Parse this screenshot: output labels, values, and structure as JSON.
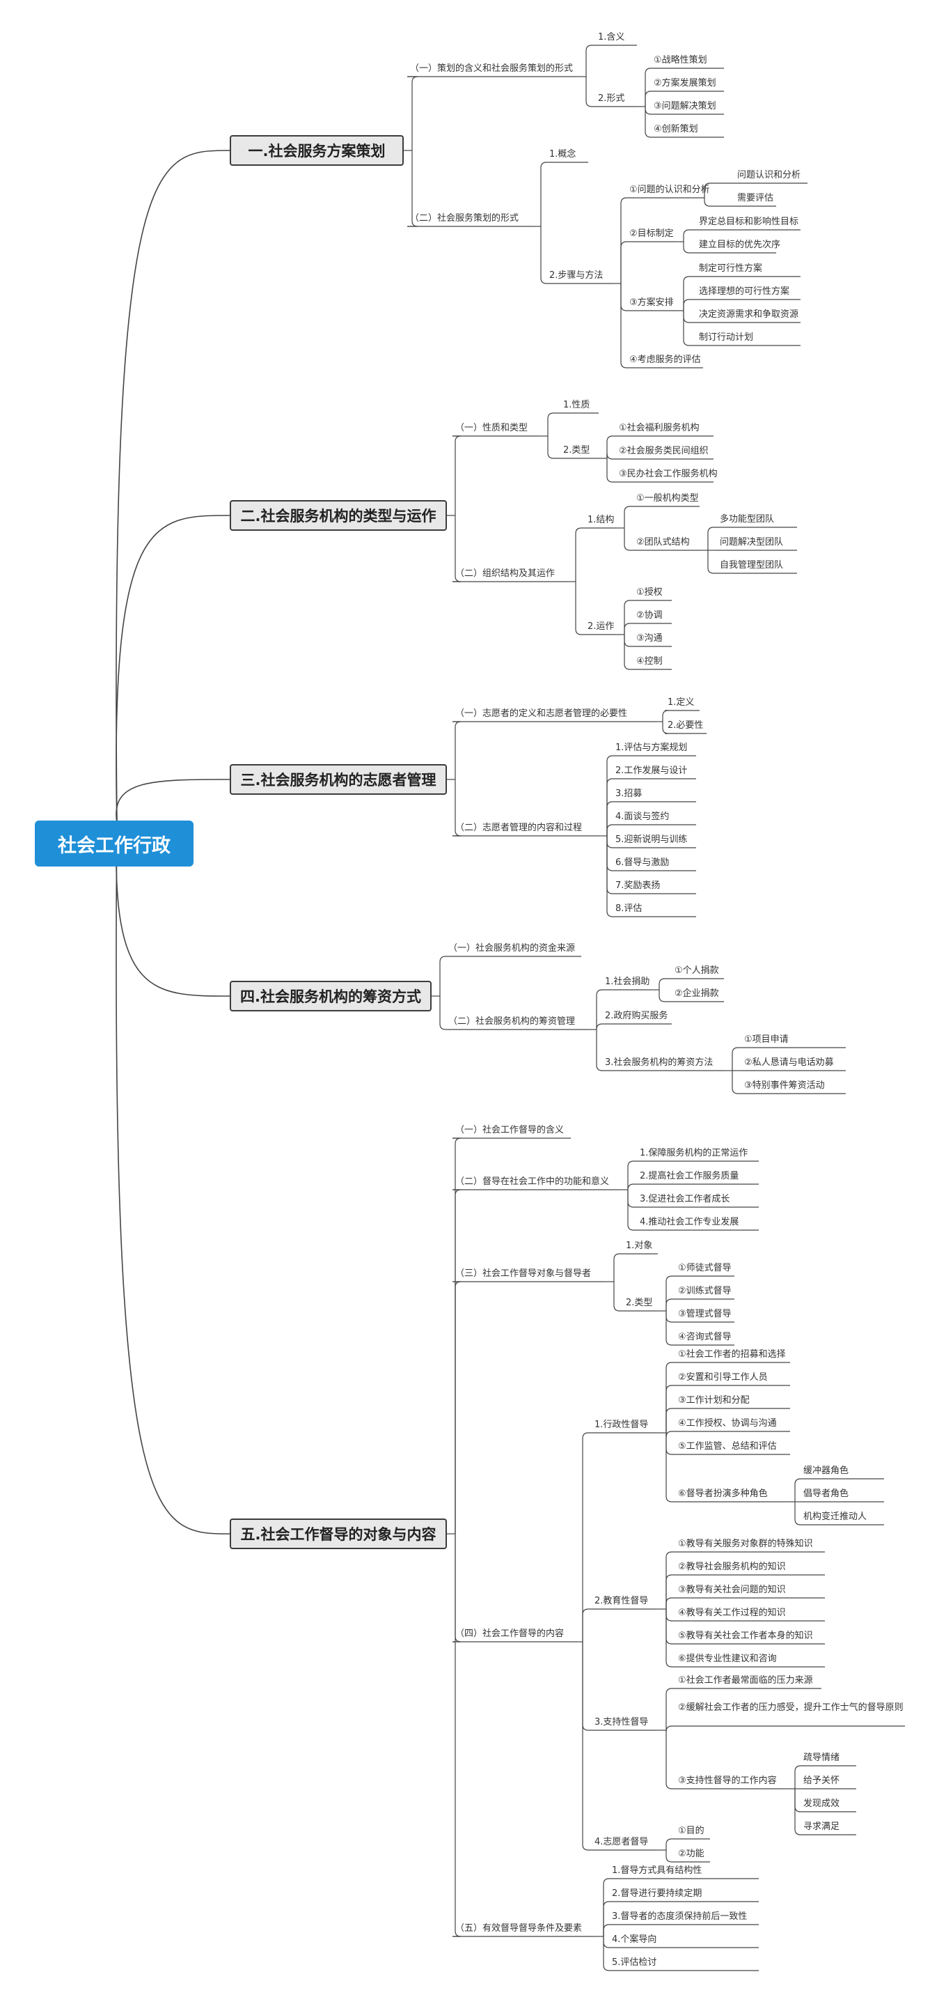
{
  "root": "社会工作行政",
  "branches": [
    {
      "id": "b1",
      "label": "一.社会服务方案策划"
    },
    {
      "id": "b2",
      "label": "二.社会服务机构的类型与运作"
    },
    {
      "id": "b3",
      "label": "三.社会服务机构的志愿者管理"
    },
    {
      "id": "b4",
      "label": "四.社会服务机构的筹资方式"
    },
    {
      "id": "b5",
      "label": "五.社会工作督导的对象与内容"
    }
  ],
  "nodes": {
    "b1": {
      "s1": "（一）策划的含义和社会服务策划的形式",
      "s1_1": "1.含义",
      "s1_2": "2.形式",
      "s1_2_items": [
        "①战略性策划",
        "②方案发展策划",
        "③问题解决策划",
        "④创新策划"
      ],
      "s2": "（二）社会服务策划的形式",
      "s2_1": "1.概念",
      "s2_2": "2.步骤与方法",
      "a": "①问题的认识和分析",
      "a_items": [
        "问题认识和分析",
        "需要评估"
      ],
      "b": "②目标制定",
      "b_items": [
        "界定总目标和影响性目标",
        "建立目标的优先次序"
      ],
      "c": "③方案安排",
      "c_items": [
        "制定可行性方案",
        "选择理想的可行性方案",
        "决定资源需求和争取资源",
        "制订行动计划"
      ],
      "d": "④考虑服务的评估"
    },
    "b2": {
      "s1": "（一）性质和类型",
      "s1_1": "1.性质",
      "s1_2": "2.类型",
      "s1_2_items": [
        "①社会福利服务机构",
        "②社会服务类民间组织",
        "③民办社会工作服务机构"
      ],
      "s2": "（二）组织结构及其运作",
      "s2_1": "1.结构",
      "s2_1_a": "①一般机构类型",
      "s2_1_b": "②团队式结构",
      "s2_1_b_items": [
        "多功能型团队",
        "问题解决型团队",
        "自我管理型团队"
      ],
      "s2_2": "2.运作",
      "s2_2_items": [
        "①授权",
        "②协调",
        "③沟通",
        "④控制"
      ]
    },
    "b3": {
      "s1": "（一）志愿者的定义和志愿者管理的必要性",
      "s1_items": [
        "1.定义",
        "2.必要性"
      ],
      "s2": "（二）志愿者管理的内容和过程",
      "s2_items": [
        "1.评估与方案规划",
        "2.工作发展与设计",
        "3.招募",
        "4.面谈与签约",
        "5.迎新说明与训练",
        "6.督导与激励",
        "7.奖励表扬",
        "8.评估"
      ]
    },
    "b4": {
      "s1": "（一）社会服务机构的资金来源",
      "s2": "（二）社会服务机构的筹资管理",
      "s2_1": "1.社会捐助",
      "s2_1_items": [
        "①个人捐款",
        "②企业捐款"
      ],
      "s2_2": "2.政府购买服务",
      "s2_3": "3.社会服务机构的筹资方法",
      "s2_3_items": [
        "①项目申请",
        "②私人恳请与电话劝募",
        "③特别事件筹资活动"
      ]
    },
    "b5": {
      "s1": "（一）社会工作督导的含义",
      "s2": "（二）督导在社会工作中的功能和意义",
      "s2_items": [
        "1.保障服务机构的正常运作",
        "2.提高社会工作服务质量",
        "3.促进社会工作者成长",
        "4.推动社会工作专业发展"
      ],
      "s3": "（三）社会工作督导对象与督导者",
      "s3_1": "1.对象",
      "s3_2": "2.类型",
      "s3_2_items": [
        "①师徒式督导",
        "②训练式督导",
        "③管理式督导",
        "④咨询式督导"
      ],
      "s4": "（四）社会工作督导的内容",
      "s4_1": "1.行政性督导",
      "s4_1_items": [
        "①社会工作者的招募和选择",
        "②安置和引导工作人员",
        "③工作计划和分配",
        "④工作授权、协调与沟通",
        "⑤工作监管、总结和评估"
      ],
      "s4_1_f": "⑥督导者扮演多种角色",
      "s4_1_f_items": [
        "缓冲器角色",
        "倡导者角色",
        "机构变迁推动人"
      ],
      "s4_2": "2.教育性督导",
      "s4_2_items": [
        "①教导有关服务对象群的特殊知识",
        "②教导社会服务机构的知识",
        "③教导有关社会问题的知识",
        "④教导有关工作过程的知识",
        "⑤教导有关社会工作者本身的知识",
        "⑥提供专业性建议和咨询"
      ],
      "s4_3": "3.支持性督导",
      "s4_3_a": "①社会工作者最常面临的压力来源",
      "s4_3_b": "②缓解社会工作者的压力感受，提升工作士气的督导原则",
      "s4_3_c": "③支持性督导的工作内容",
      "s4_3_c_items": [
        "疏导情绪",
        "给予关怀",
        "发现成效",
        "寻求满足"
      ],
      "s4_4": "4.志愿者督导",
      "s4_4_items": [
        "①目的",
        "②功能"
      ],
      "s5": "（五）有效督导督导条件及要素",
      "s5_items": [
        "1.督导方式具有结构性",
        "2.督导进行要持续定期",
        "3.督导者的态度须保持前后一致性",
        "4.个案导向",
        "5.评估检讨"
      ]
    }
  }
}
